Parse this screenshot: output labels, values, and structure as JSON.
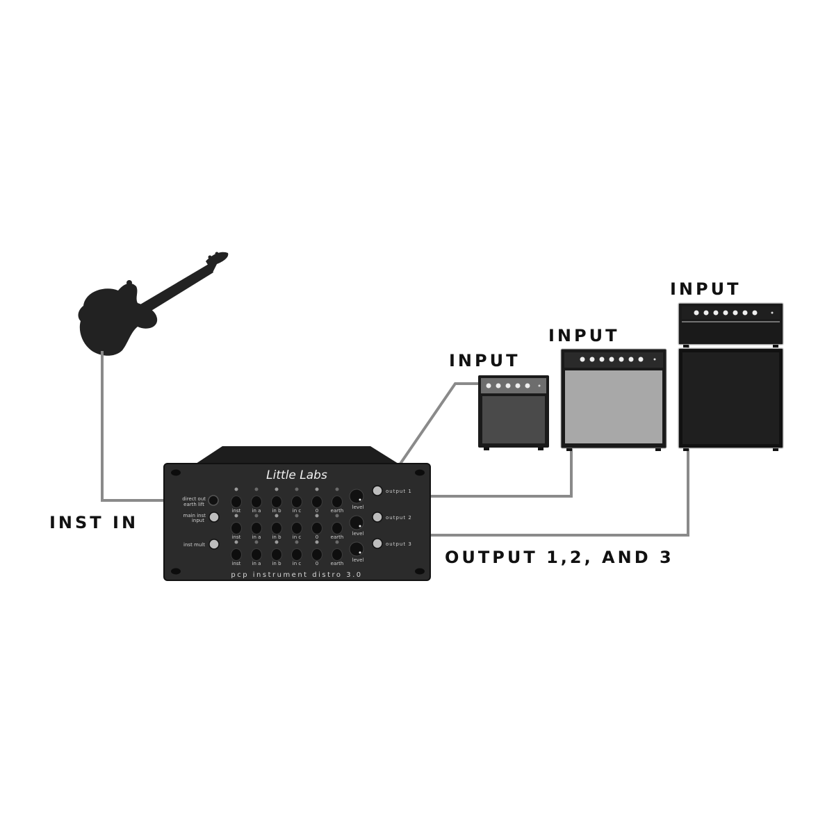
{
  "callouts": {
    "inst_in": "INST IN",
    "outputs": "OUTPUT 1,2, AND 3",
    "amp1_input": "INPUT",
    "amp2_input": "INPUT",
    "amp3_input": "INPUT"
  },
  "device": {
    "brand": "Little Labs",
    "model": "pcp instrument distro 3.0",
    "left_labels": {
      "direct_out_line1": "direct out",
      "direct_out_line2": "earth lift",
      "main_input_line1": "main inst",
      "main_input_line2": "input",
      "inst_mult": "inst mult"
    },
    "row_labels": [
      "inst",
      "in a",
      "in b",
      "in c",
      "0",
      "earth"
    ],
    "level_label": "level",
    "outputs": [
      "output 1",
      "output 2",
      "output 3"
    ]
  },
  "colors": {
    "cable": "#8a8a8a",
    "device_body": "#2a2a2a",
    "amp1": "#4a4a4a",
    "amp2": "#a8a8a8",
    "amp3": "#1f1f1f"
  }
}
